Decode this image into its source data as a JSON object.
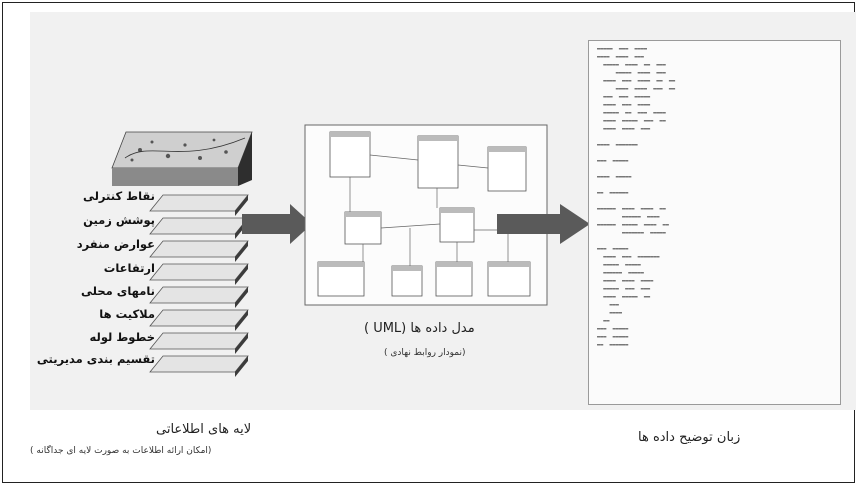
{
  "layers": {
    "items": [
      "نقاط کنترلی",
      "پوشش زمین",
      "عوارض منفرد",
      "ارتفاعات",
      "نامهای محلی",
      "ملاکیت ها",
      "خطوط لوله",
      "تقسیم بندی مدیریتی"
    ],
    "caption": "لایه های اطلاعاتی",
    "subcaption": "(امکان ارائه اطلاعات به صورت لایه ای جداگانه )"
  },
  "uml": {
    "caption": "( UML) مدل داده ها",
    "subcaption": "(نمودار روابط نهادی )"
  },
  "ddl": {
    "caption": "زبان توضیح داده ها"
  },
  "colors": {
    "arrow": "#5a5a5a",
    "frame": "#222222",
    "panel": "#f1f1f1"
  }
}
